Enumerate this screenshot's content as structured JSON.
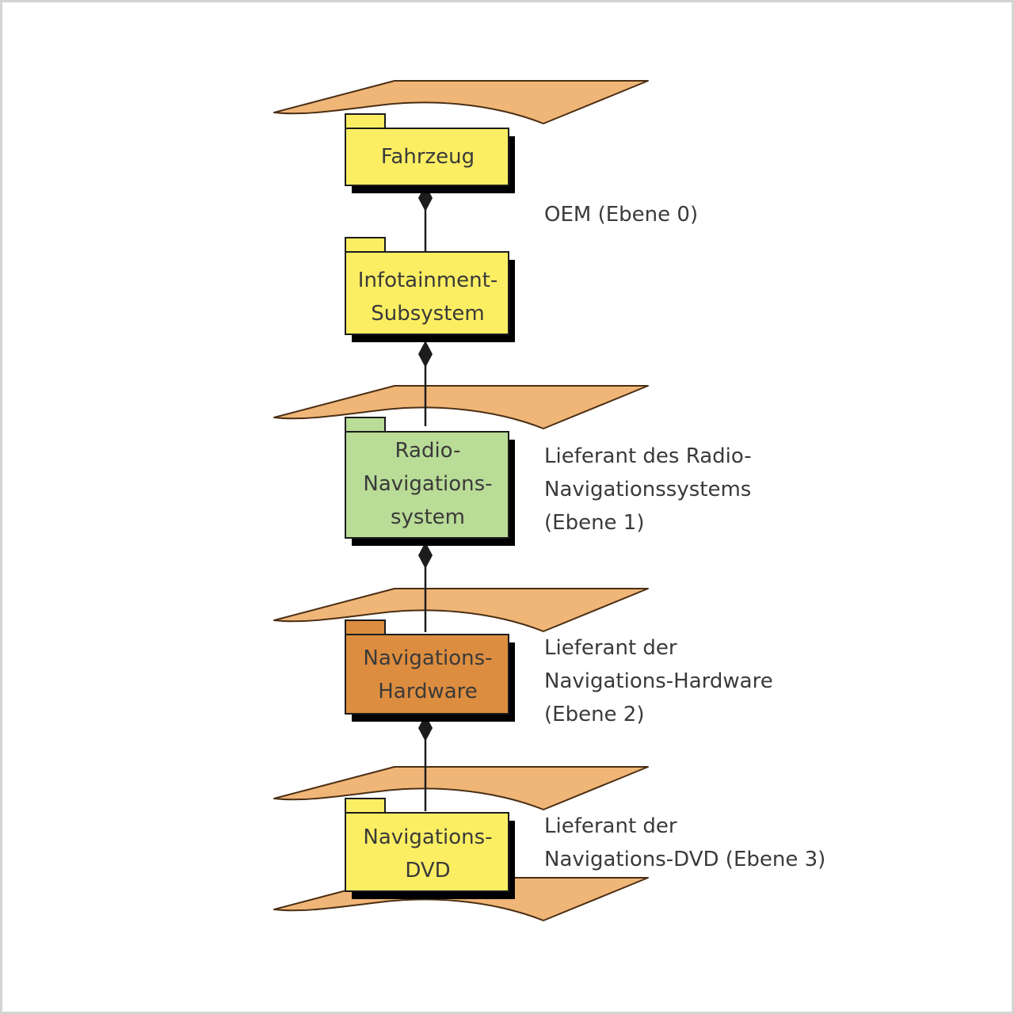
{
  "colors": {
    "plane_fill": "#f0b678",
    "plane_stroke": "#4b2f14",
    "package_yellow": "#fbee63",
    "package_green": "#b9dc97",
    "package_orange": "#dd8d3f",
    "outline": "#1c1c1c",
    "text": "#3a3a3a"
  },
  "diagram": {
    "packages": [
      {
        "label": "Fahrzeug",
        "color": "yellow"
      },
      {
        "label": "Infotainment-\nSubsystem",
        "color": "yellow"
      },
      {
        "label": "Radio-\nNavigations-\nsystem",
        "color": "green"
      },
      {
        "label": "Navigations-\nHardware",
        "color": "orange"
      },
      {
        "label": "Navigations-\nDVD",
        "color": "yellow"
      }
    ],
    "levels": [
      {
        "label": "OEM (Ebene 0)"
      },
      {
        "label": "Lieferant des Radio-\nNavigationssystems\n(Ebene 1)"
      },
      {
        "label": "Lieferant der\nNavigations-Hardware\n(Ebene 2)"
      },
      {
        "label": "Lieferant der\nNavigations-DVD (Ebene 3)"
      }
    ],
    "relation": "composition"
  }
}
